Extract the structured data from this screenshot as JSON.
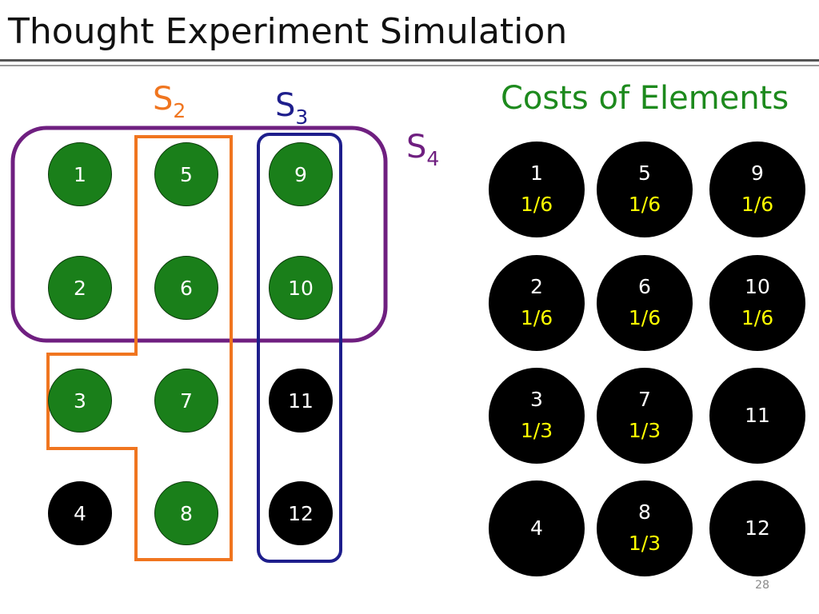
{
  "slide": {
    "title": "Thought Experiment Simulation",
    "page_number": "28"
  },
  "sets": {
    "s2": {
      "letter": "S",
      "index": "2",
      "color": "#f0751f"
    },
    "s3": {
      "letter": "S",
      "index": "3",
      "color": "#1e1e8c"
    },
    "s4": {
      "letter": "S",
      "index": "4",
      "color": "#6f1f80"
    }
  },
  "elements": [
    {
      "label": "1",
      "covered": true
    },
    {
      "label": "2",
      "covered": true
    },
    {
      "label": "3",
      "covered": true
    },
    {
      "label": "4",
      "covered": false
    },
    {
      "label": "5",
      "covered": true
    },
    {
      "label": "6",
      "covered": true
    },
    {
      "label": "7",
      "covered": true
    },
    {
      "label": "8",
      "covered": true
    },
    {
      "label": "9",
      "covered": true
    },
    {
      "label": "10",
      "covered": true
    },
    {
      "label": "11",
      "covered": false
    },
    {
      "label": "12",
      "covered": false
    }
  ],
  "costs": {
    "title": "Costs of Elements",
    "items": [
      {
        "label": "1",
        "cost": "1/6"
      },
      {
        "label": "5",
        "cost": "1/6"
      },
      {
        "label": "9",
        "cost": "1/6"
      },
      {
        "label": "2",
        "cost": "1/6"
      },
      {
        "label": "6",
        "cost": "1/6"
      },
      {
        "label": "10",
        "cost": "1/6"
      },
      {
        "label": "3",
        "cost": "1/3"
      },
      {
        "label": "7",
        "cost": "1/3"
      },
      {
        "label": "11",
        "cost": ""
      },
      {
        "label": "4",
        "cost": ""
      },
      {
        "label": "8",
        "cost": "1/3"
      },
      {
        "label": "12",
        "cost": ""
      }
    ]
  },
  "colors": {
    "covered": "#1a7f1a",
    "uncovered": "#000000",
    "cost_value": "#ffff00",
    "costs_title": "#1d8a1d"
  }
}
